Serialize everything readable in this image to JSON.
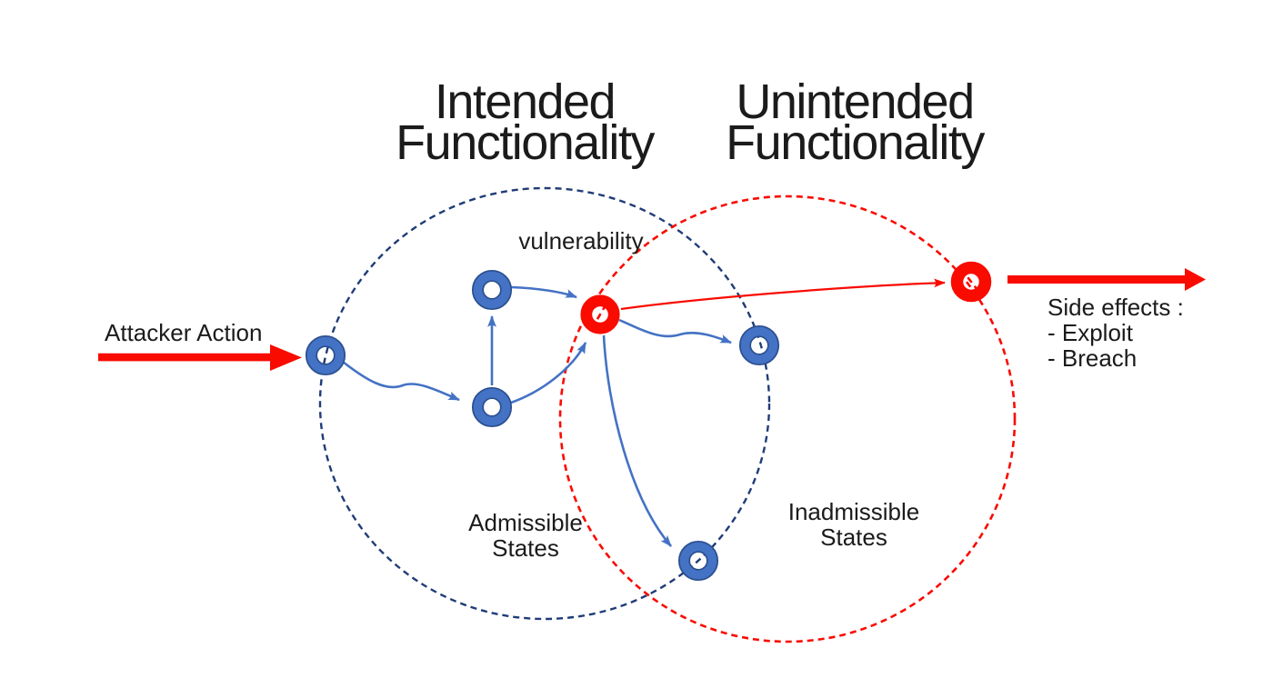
{
  "diagram": {
    "title_left": {
      "line1": "Intended",
      "line2": "Functionality"
    },
    "title_right": {
      "line1": "Unintended",
      "line2": "Functionality"
    },
    "label_vulnerability": "vulnerability",
    "label_attacker_action": "Attacker Action",
    "label_admissible": {
      "line1": "Admissible",
      "line2": "States"
    },
    "label_inadmissible": {
      "line1": "Inadmissible",
      "line2": "States"
    },
    "side_effects": {
      "line1": "Side effects :",
      "line2": "- Exploit",
      "line3": "- Breach"
    },
    "colors": {
      "state_node_blue": "#4472C4",
      "state_node_outline": "#2B4F8F",
      "intended_circle_navy": "#1F3C78",
      "alert_red": "#F90B00",
      "text_dark": "#1B1B1B"
    }
  }
}
